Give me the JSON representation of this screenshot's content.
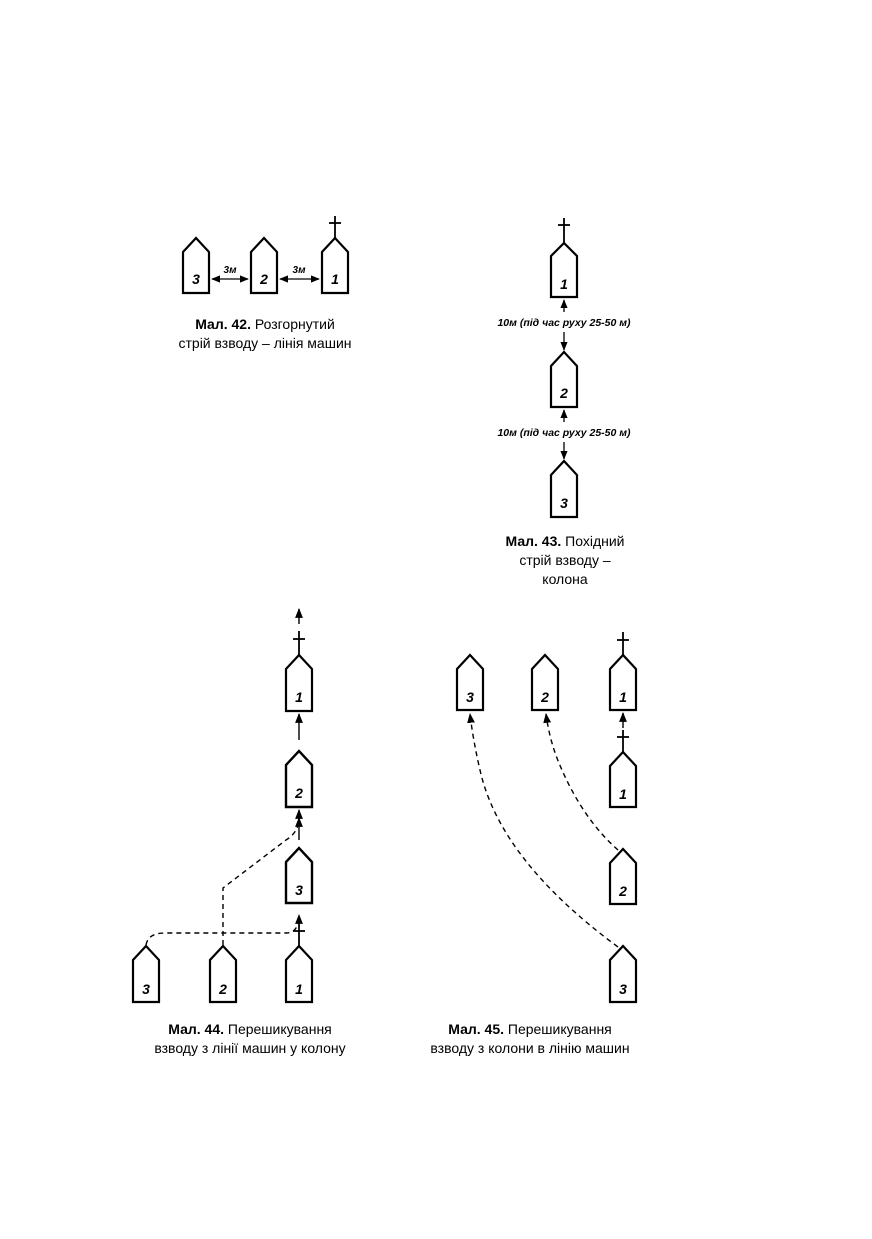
{
  "figures": {
    "fig42": {
      "caption_label": "Мал. 42.",
      "caption_line1": " Розгорнутий",
      "caption_line2": "стрій взводу – лінія машин",
      "spacing_label": "3м",
      "vehicles": [
        "3",
        "2",
        "1"
      ]
    },
    "fig43": {
      "caption_label": "Мал. 43.",
      "caption_line1": " Похідний",
      "caption_line2": "стрій взводу –",
      "caption_line3": "колона",
      "distance_label": "10м (під час руху 25-50 м)",
      "vehicles": [
        "1",
        "2",
        "3"
      ]
    },
    "fig44": {
      "caption_label": "Мал. 44.",
      "caption_line1": " Перешикування",
      "caption_line2": "взводу з  лінії машин у колону",
      "column_vehicles": [
        "1",
        "2",
        "3"
      ],
      "line_vehicles": [
        "3",
        "2",
        "1"
      ]
    },
    "fig45": {
      "caption_label": "Мал. 45.",
      "caption_line1": " Перешикування",
      "caption_line2": "взводу з колони в лінію машин",
      "line_vehicles": [
        "3",
        "2",
        "1"
      ],
      "column_vehicles": [
        "1",
        "2",
        "3"
      ]
    }
  }
}
